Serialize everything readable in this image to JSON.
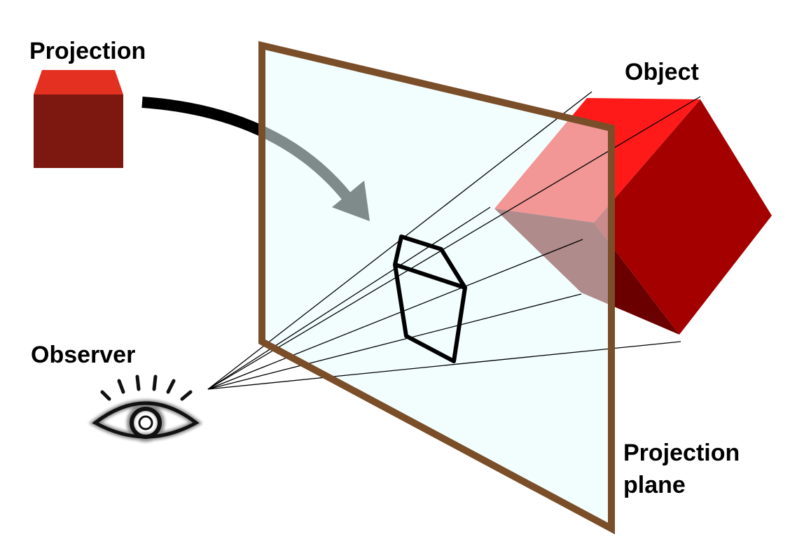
{
  "labels": {
    "projection": "Projection",
    "object": "Object",
    "observer": "Observer",
    "projection_plane_line1": "Projection",
    "projection_plane_line2": "plane"
  },
  "colors": {
    "plane_fill": "#e8fdfd",
    "plane_frame": "#7a4e28",
    "cube_top": "#ff1a1a",
    "cube_front": "#a50000",
    "cube_left": "#b01010",
    "cube_bottom": "#6b0000",
    "small_cube_top": "#e33020",
    "small_cube_front": "#7d1810",
    "projected_outline": "#000000",
    "arrow": "#000000"
  },
  "icons": {
    "observer": "eye-icon"
  }
}
